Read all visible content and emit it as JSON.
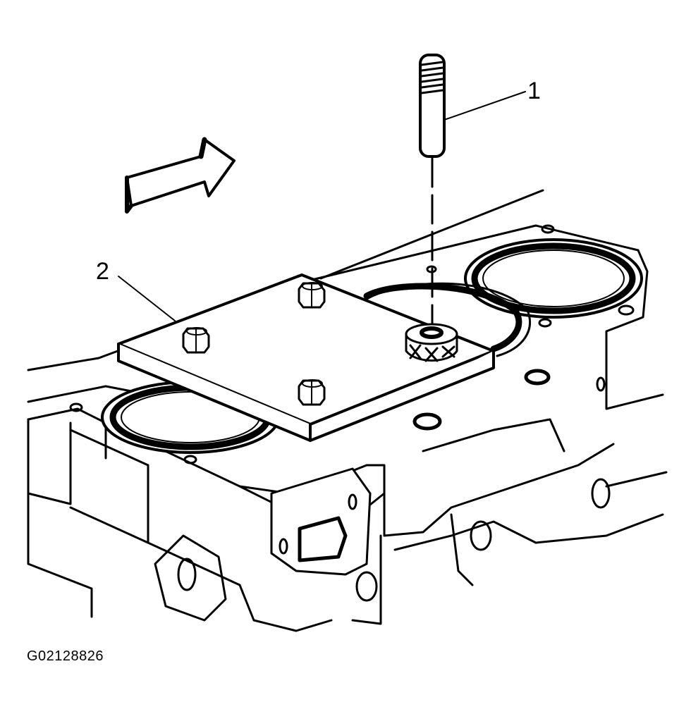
{
  "callouts": {
    "stud": "1",
    "plate": "2"
  },
  "figure_id": "G02128826",
  "colors": {
    "ink": "#000000",
    "paper": "#ffffff"
  }
}
